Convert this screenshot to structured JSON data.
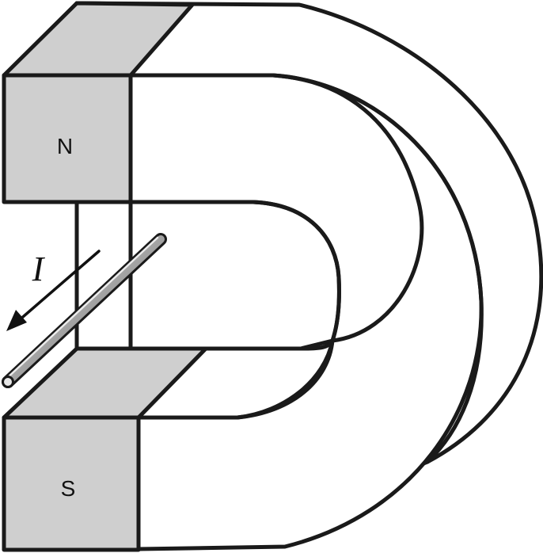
{
  "labels": {
    "north_pole": "N",
    "south_pole": "S",
    "current": "I"
  },
  "colors": {
    "outline": "#1a1a1a",
    "pole_face": "#cfcfcf",
    "magnet_body": "#ffffff",
    "wire_dark": "#7a7a7a",
    "wire_light": "#dcdcdc"
  }
}
